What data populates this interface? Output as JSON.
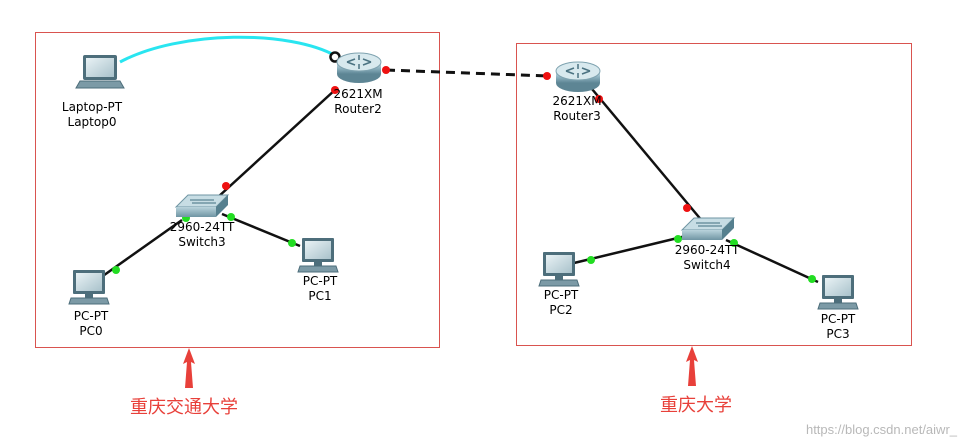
{
  "areas": [
    {
      "title": "重庆交通大学",
      "border_color": "#d9534f"
    },
    {
      "title": "重庆大学",
      "border_color": "#d9534f"
    }
  ],
  "devices": {
    "laptop0": {
      "model": "Laptop-PT",
      "name": "Laptop0",
      "icon": "laptop-icon"
    },
    "router2": {
      "model": "2621XM",
      "name": "Router2",
      "icon": "router-icon"
    },
    "router3": {
      "model": "2621XM",
      "name": "Router3",
      "icon": "router-icon"
    },
    "switch3": {
      "model": "2960-24TT",
      "name": "Switch3",
      "icon": "switch-icon"
    },
    "switch4": {
      "model": "2960-24TT",
      "name": "Switch4",
      "icon": "switch-icon"
    },
    "pc0": {
      "model": "PC-PT",
      "name": "PC0",
      "icon": "pc-icon"
    },
    "pc1": {
      "model": "PC-PT",
      "name": "PC1",
      "icon": "pc-icon"
    },
    "pc2": {
      "model": "PC-PT",
      "name": "PC2",
      "icon": "pc-icon"
    },
    "pc3": {
      "model": "PC-PT",
      "name": "PC3",
      "icon": "pc-icon"
    }
  },
  "links": [
    {
      "from": "laptop0",
      "to": "router2",
      "type": "console",
      "color": "#29e5f0"
    },
    {
      "from": "router2",
      "to": "router3",
      "type": "serial-dashed",
      "color": "#111111"
    },
    {
      "from": "router2",
      "to": "switch3",
      "type": "straight",
      "color": "#111111"
    },
    {
      "from": "router3",
      "to": "switch4",
      "type": "straight",
      "color": "#111111"
    },
    {
      "from": "switch3",
      "to": "pc0",
      "type": "straight",
      "color": "#111111"
    },
    {
      "from": "switch3",
      "to": "pc1",
      "type": "straight",
      "color": "#111111"
    },
    {
      "from": "switch4",
      "to": "pc2",
      "type": "straight",
      "color": "#111111"
    },
    {
      "from": "switch4",
      "to": "pc3",
      "type": "straight",
      "color": "#111111"
    }
  ],
  "link_state_colors": {
    "up": "#22dd22",
    "down": "#ee1111"
  },
  "annotation_color": "#e8403a",
  "watermark": "https://blog.csdn.net/aiwr_"
}
